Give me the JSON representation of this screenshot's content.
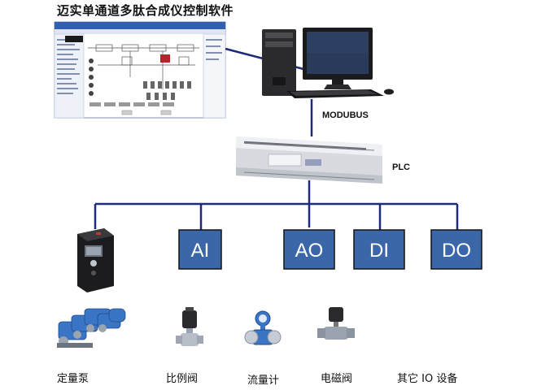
{
  "title": "迈实单通道多肽合成仪控制软件",
  "link_label": "MODUBUS",
  "plc_label": "PLC",
  "io_modules": [
    {
      "label": "AI"
    },
    {
      "label": "AO"
    },
    {
      "label": "DI"
    },
    {
      "label": "DO"
    }
  ],
  "device_labels": [
    {
      "label": "定量泵"
    },
    {
      "label": "比例阀"
    },
    {
      "label": "流量计"
    },
    {
      "label": "电磁阀"
    },
    {
      "label": "其它 IO 设备"
    }
  ],
  "colors": {
    "line": "#1f2a7a",
    "module_fill": "#3b67a8",
    "module_border": "#111111",
    "pump_blue": "#3a74c4"
  }
}
